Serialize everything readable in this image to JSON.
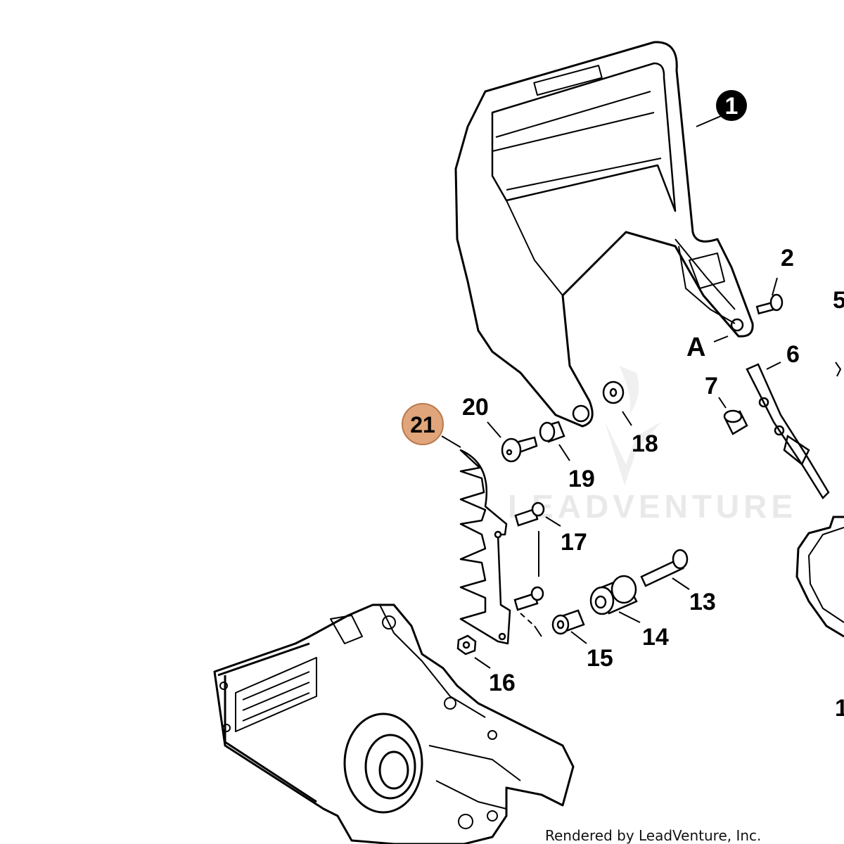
{
  "diagram": {
    "callouts": {
      "c1": "1",
      "c2": "2",
      "c5": "5",
      "c6": "6",
      "c7": "7",
      "c13": "13",
      "c14": "14",
      "c15": "15",
      "c16": "16",
      "c17": "17",
      "c18": "18",
      "c19": "19",
      "c20": "20",
      "c21": "21",
      "cA": "A",
      "c1x": "1"
    },
    "highlighted_callout": "21",
    "highlight_color": "#e0a57a",
    "badge_color": "#000000"
  },
  "watermark": {
    "text": "LEADVENTURE"
  },
  "credit": {
    "text": "Rendered by LeadVenture, Inc."
  }
}
